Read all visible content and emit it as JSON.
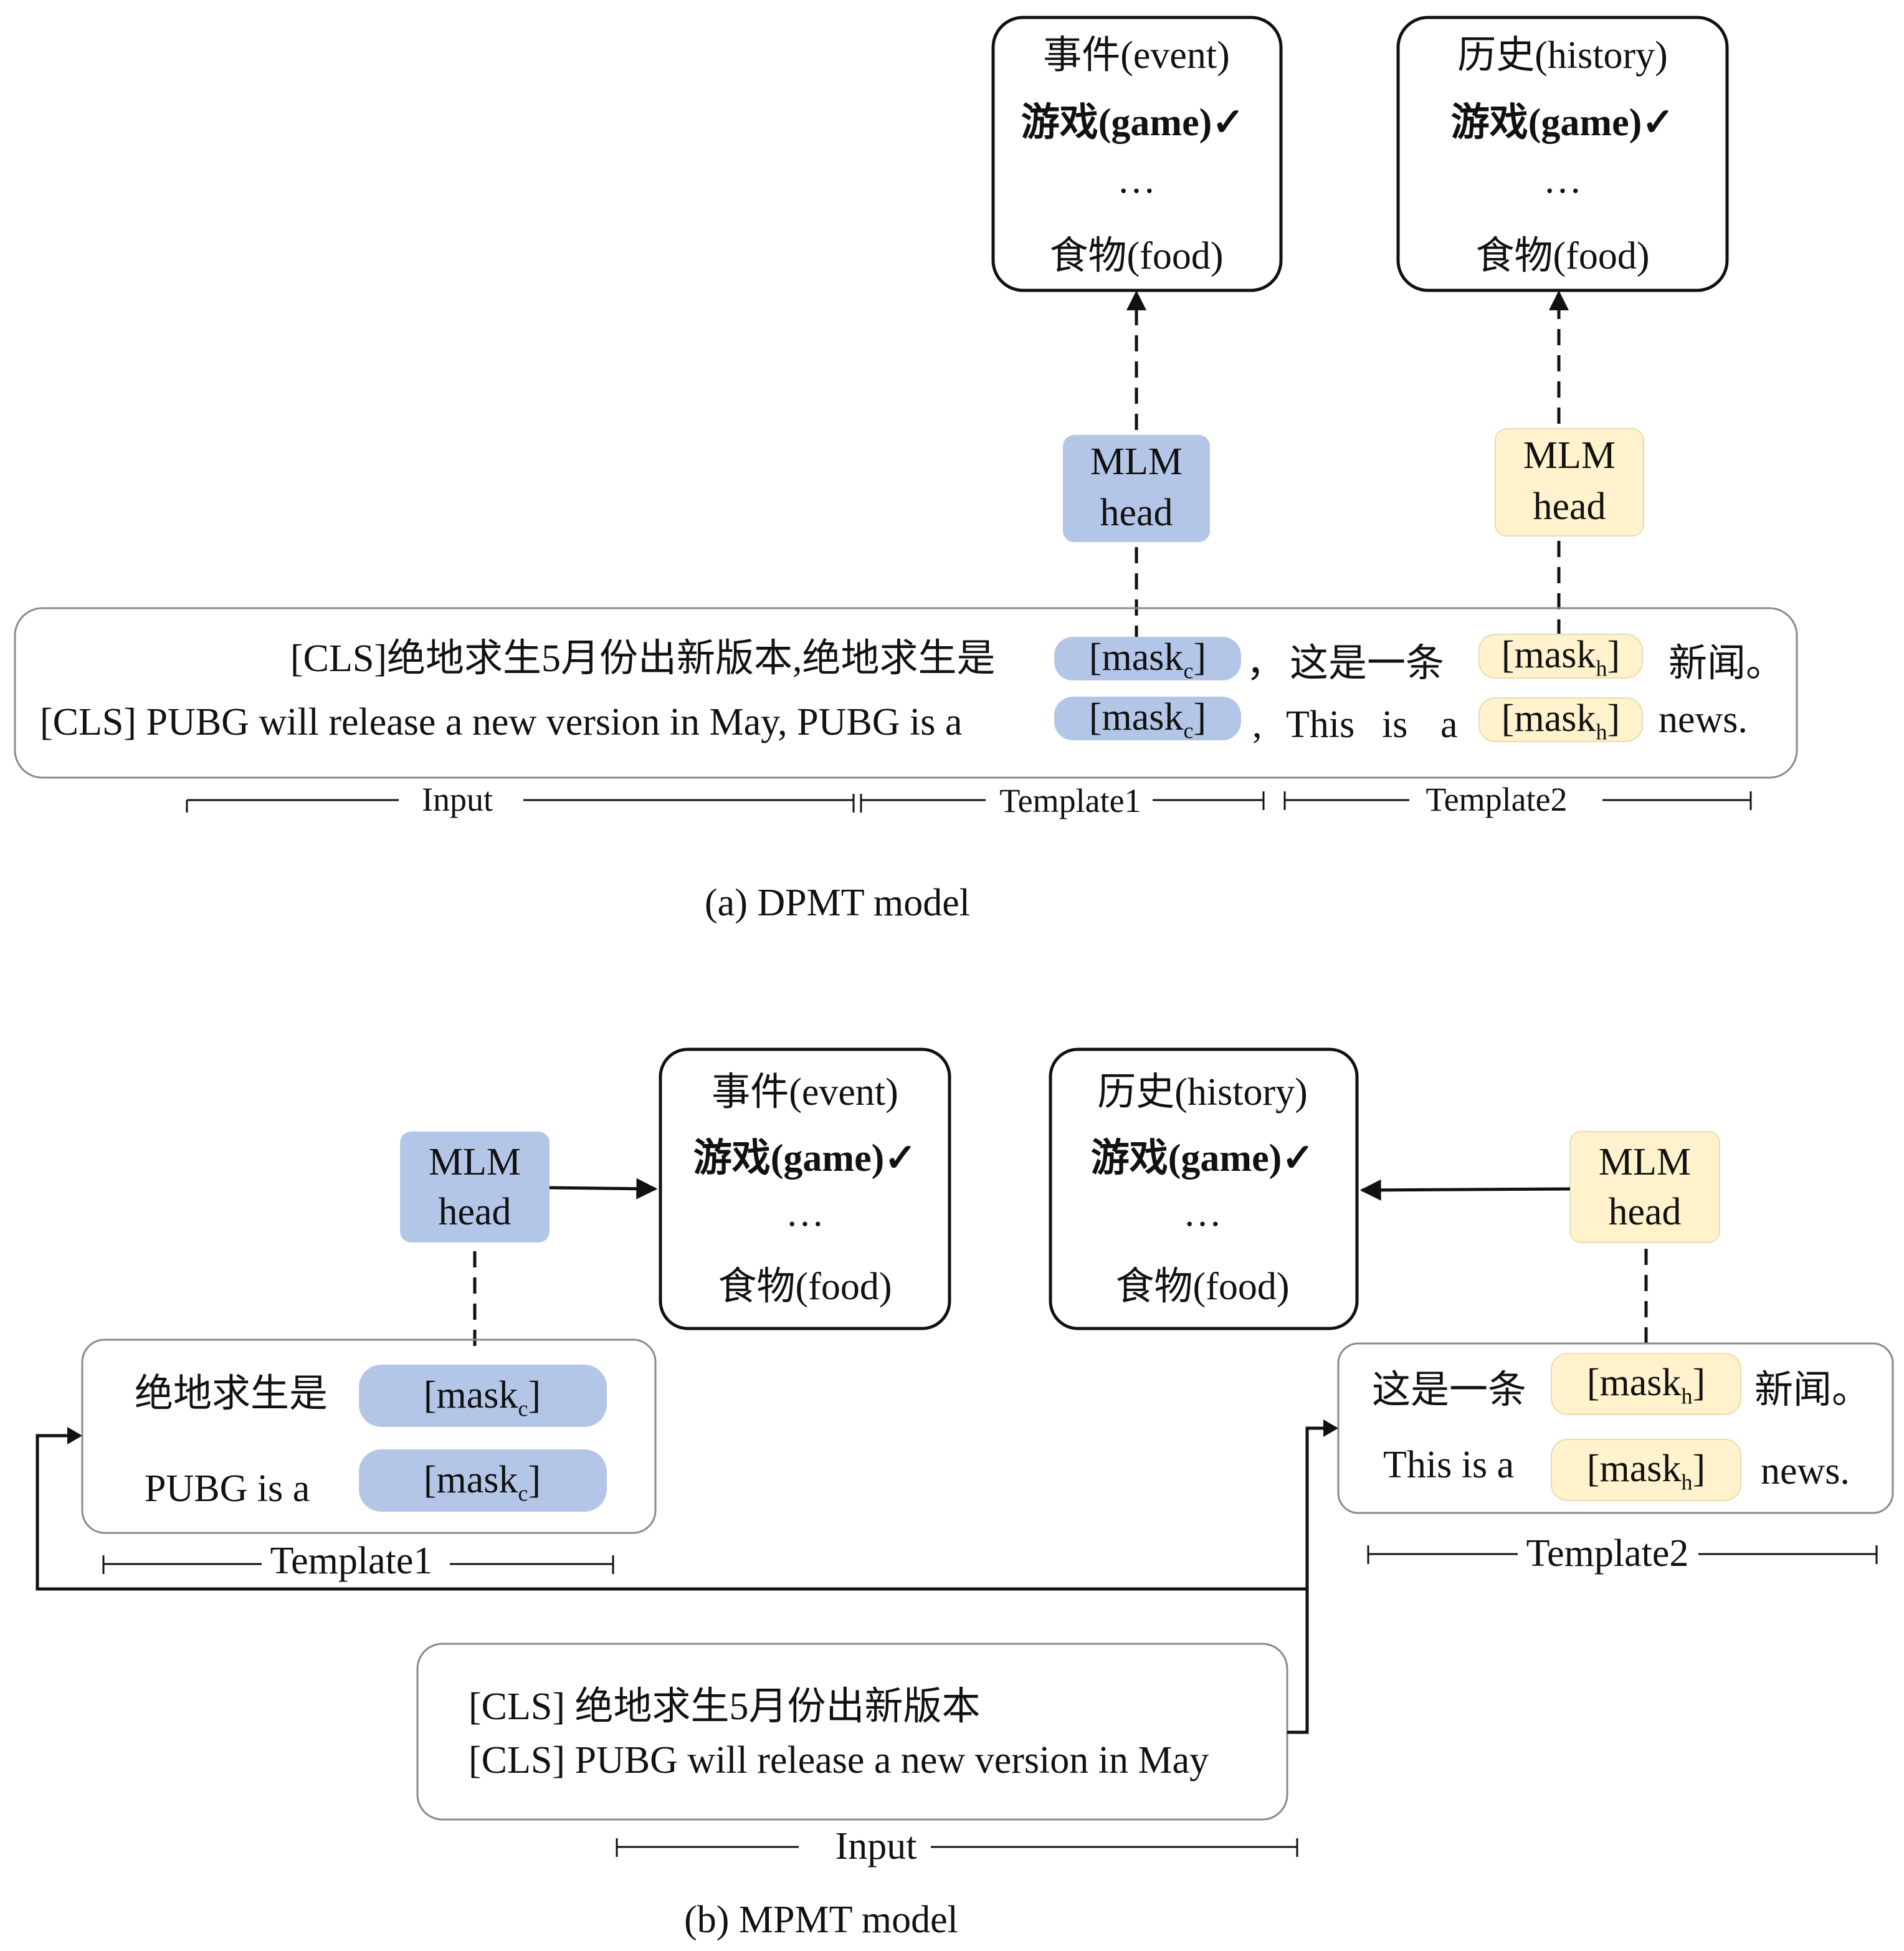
{
  "a": {
    "caption": "(a) DPMT model",
    "box_event": {
      "header": "事件(event)",
      "item1": "游戏(game)",
      "check": "✓",
      "dots": "…",
      "item2": "食物(food)"
    },
    "box_history": {
      "header": "历史(history)",
      "item1": "游戏(game)",
      "check": "✓",
      "dots": "…",
      "item2": "食物(food)"
    },
    "mlm_c": {
      "line1": "MLM",
      "line2": "head"
    },
    "mlm_h": {
      "line1": "MLM",
      "line2": "head"
    },
    "row1": {
      "input": "[CLS]绝地求生5月份出新版本,绝地求生是",
      "mask_c": "[mask",
      "mask_c_sub": "c",
      "mask_close": "]",
      "comma": "，",
      "t2pre": "这是一条",
      "mask_h": "[mask",
      "mask_h_sub": "h",
      "t2post": "新闻。"
    },
    "row2": {
      "input": "[CLS]  PUBG will release a new version in May, PUBG is a",
      "mask_c": "[mask",
      "mask_c_sub": "c",
      "mask_close": "]",
      "comma": ",",
      "w1": "This",
      "w2": "is",
      "w3": "a",
      "mask_h": "[mask",
      "mask_h_sub": "h",
      "t2post": "news."
    },
    "labels": {
      "input": "Input",
      "template1": "Template1",
      "template2": "Template2"
    }
  },
  "b": {
    "caption": "(b) MPMT model",
    "box_event": {
      "header": "事件(event)",
      "item1": "游戏(game)",
      "check": "✓",
      "dots": "…",
      "item2": "食物(food)"
    },
    "box_history": {
      "header": "历史(history)",
      "item1": "游戏(game)",
      "check": "✓",
      "dots": "…",
      "item2": "食物(food)"
    },
    "mlm_c": {
      "line1": "MLM",
      "line2": "head"
    },
    "mlm_h": {
      "line1": "MLM",
      "line2": "head"
    },
    "template1": {
      "zh": "绝地求生是",
      "en": "PUBG is a",
      "mask": "[mask",
      "mask_sub": "c",
      "mask_close": "]"
    },
    "template2": {
      "zh_pre": "这是一条",
      "zh_post": "新闻。",
      "en_pre": "This is a",
      "en_post": "news.",
      "mask": "[mask",
      "mask_sub": "h",
      "mask_close": "]"
    },
    "input": {
      "zh": "[CLS] 绝地求生5月份出新版本",
      "en": "[CLS] PUBG will release a new version in May"
    },
    "labels": {
      "input": "Input",
      "template1": "Template1",
      "template2": "Template2"
    }
  },
  "colors": {
    "blue": "#b4c6e7",
    "yellow": "#fff2cc",
    "stroke": "#111111",
    "frame": "#8a8a8a"
  }
}
